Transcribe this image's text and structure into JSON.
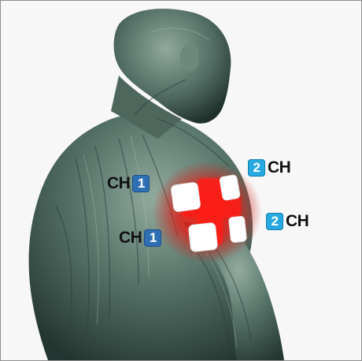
{
  "channels": [
    {
      "id": "ch1_upper",
      "text": "CH",
      "number": "1",
      "badge_color": "#2f6fb4",
      "badge_first": false
    },
    {
      "id": "ch1_lower",
      "text": "CH",
      "number": "1",
      "badge_color": "#2f6fb4",
      "badge_first": false
    },
    {
      "id": "ch2_upper",
      "text": "CH",
      "number": "2",
      "badge_color": "#27a9e1",
      "badge_first": true
    },
    {
      "id": "ch2_lower",
      "text": "CH",
      "number": "2",
      "badge_color": "#27a9e1",
      "badge_first": true
    }
  ],
  "electrode_pad_count": 4,
  "colors": {
    "skin_base": "#3f5a4f",
    "skin_highlight": "#8aa89a",
    "stimulation_area": "#e8211f",
    "electrode_pad": "#ffffff"
  }
}
